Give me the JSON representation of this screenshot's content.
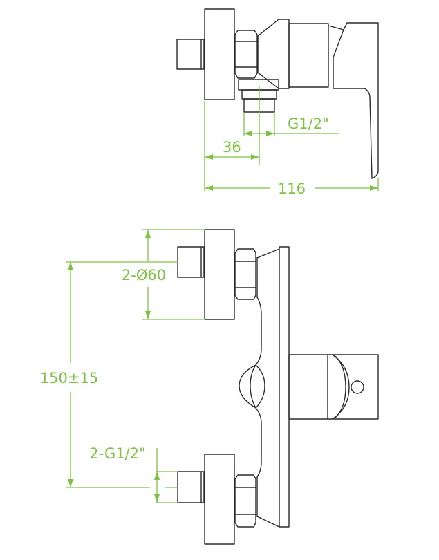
{
  "colors": {
    "dimension": "#7dc242",
    "outline": "#2b2b2b"
  },
  "side_view": {
    "outlet_thread_label": "G1/2\"",
    "outlet_offset_label": "36",
    "total_depth_label": "116"
  },
  "front_view": {
    "flange_diameter_label": "2-Ø60",
    "center_distance_label": "150±15",
    "inlet_thread_label": "2-G1/2\""
  }
}
